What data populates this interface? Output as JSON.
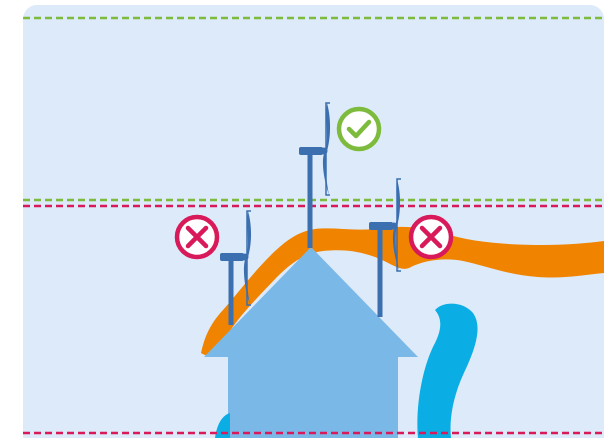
{
  "diagram": {
    "colors": {
      "sky": "#ddeaf9",
      "good_line": "#7dbb3c",
      "bad_line": "#d8195a",
      "turbulence": "#f08400",
      "house": "#7ab8e8",
      "house_light": "#a5cef0",
      "tree": "#0aaee5",
      "pole": "#3b6fb0",
      "blade": "#3b6fb0"
    },
    "zones": {
      "top_boundary": "good-line",
      "upper_boundary": [
        "good-line",
        "bad-line"
      ],
      "ground_boundary": "bad-line"
    },
    "turbines": [
      {
        "id": "left",
        "status": "bad",
        "status_icon": "cross-circle-icon"
      },
      {
        "id": "center",
        "status": "good",
        "status_icon": "check-circle-icon"
      },
      {
        "id": "right",
        "status": "bad",
        "status_icon": "cross-circle-icon"
      }
    ]
  }
}
